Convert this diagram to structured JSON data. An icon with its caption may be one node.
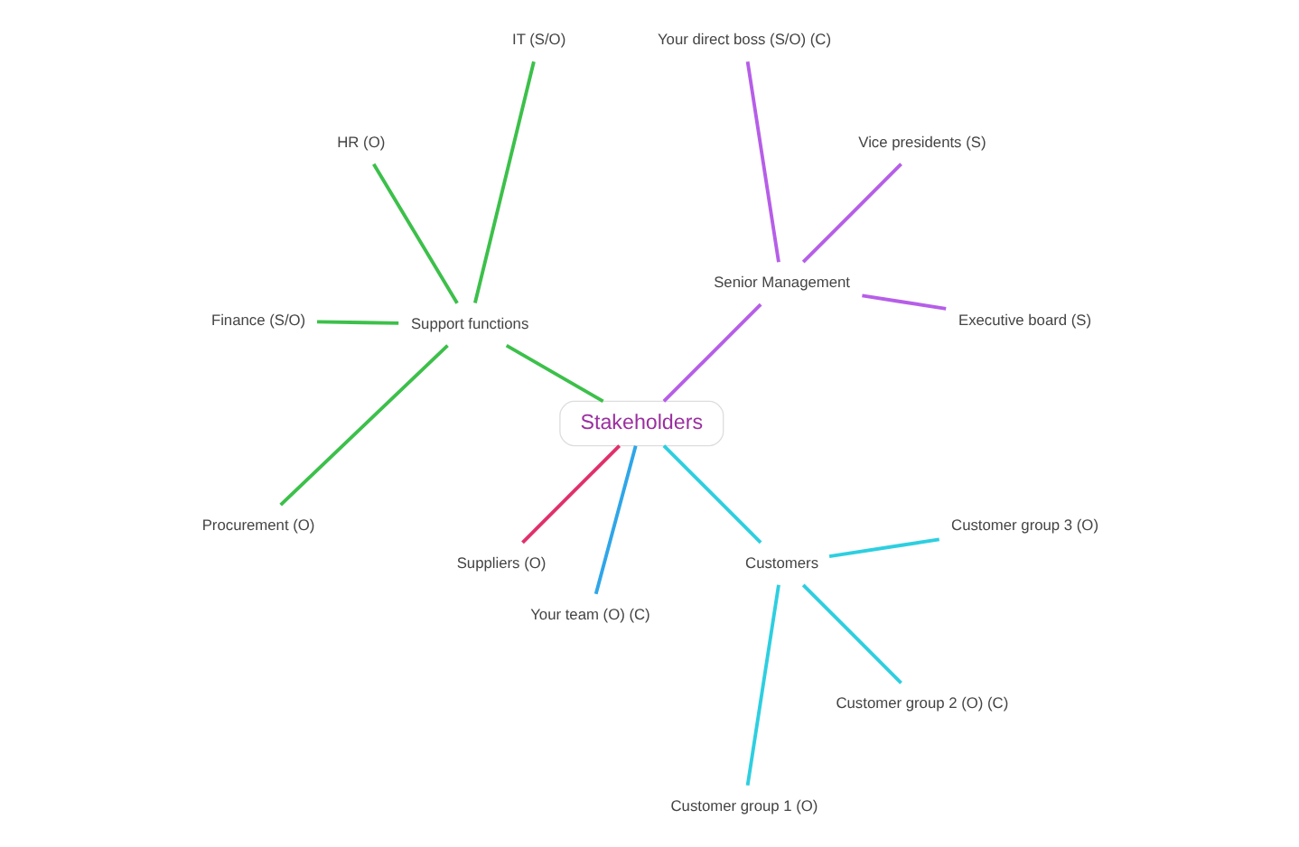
{
  "diagram": {
    "nodes": [
      {
        "text": [
          "Stakeholders"
        ]
      },
      {
        "text": [
          "Senior Management"
        ]
      },
      {
        "text": [
          "Executive board (S)"
        ]
      },
      {
        "text": [
          "Vice presidents (S)"
        ]
      },
      {
        "text": [
          "Your direct boss (S/O) (C)"
        ]
      },
      {
        "text": [
          "Support functions"
        ]
      },
      {
        "text": [
          "IT (S/O)"
        ]
      },
      {
        "text": [
          "HR (O)"
        ]
      },
      {
        "text": [
          "Finance (S/O)"
        ]
      },
      {
        "text": [
          "Procurement (O)"
        ]
      },
      {
        "text": [
          "Suppliers (O)"
        ]
      },
      {
        "text": [
          "Your team (O) (C)"
        ]
      },
      {
        "text": [
          "Customers"
        ]
      },
      {
        "text": [
          "Customer group 1 (O)"
        ]
      },
      {
        "text": [
          "Customer group 2 (O) (C)"
        ]
      },
      {
        "text": [
          "Customer group 3 (O)"
        ]
      }
    ],
    "edges": [
      {
        "from": 0,
        "to": 1,
        "arrow": "none",
        "color": "#b65ee8"
      },
      {
        "from": 1,
        "to": 2,
        "arrow": "none",
        "color": "#b65ee8"
      },
      {
        "from": 1,
        "to": 3,
        "arrow": "none",
        "color": "#b65ee8"
      },
      {
        "from": 1,
        "to": 4,
        "arrow": "none",
        "color": "#b65ee8"
      },
      {
        "from": 0,
        "to": 5,
        "arrow": "none",
        "color": "#3cc04a"
      },
      {
        "from": 5,
        "to": 6,
        "arrow": "none",
        "color": "#3cc04a"
      },
      {
        "from": 5,
        "to": 7,
        "arrow": "none",
        "color": "#3cc04a"
      },
      {
        "from": 5,
        "to": 8,
        "arrow": "none",
        "color": "#3cc04a"
      },
      {
        "from": 5,
        "to": 9,
        "arrow": "none",
        "color": "#3cc04a"
      },
      {
        "from": 0,
        "to": 10,
        "arrow": "none",
        "color": "#e0306a"
      },
      {
        "from": 0,
        "to": 11,
        "arrow": "none",
        "color": "#2fa6e8"
      },
      {
        "from": 0,
        "to": 12,
        "arrow": "none",
        "color": "#2dcfe0"
      },
      {
        "from": 12,
        "to": 13,
        "arrow": "none",
        "color": "#2dcfe0"
      },
      {
        "from": 12,
        "to": 14,
        "arrow": "none",
        "color": "#2dcfe0"
      },
      {
        "from": 12,
        "to": 15,
        "arrow": "none",
        "color": "#2dcfe0"
      }
    ]
  }
}
